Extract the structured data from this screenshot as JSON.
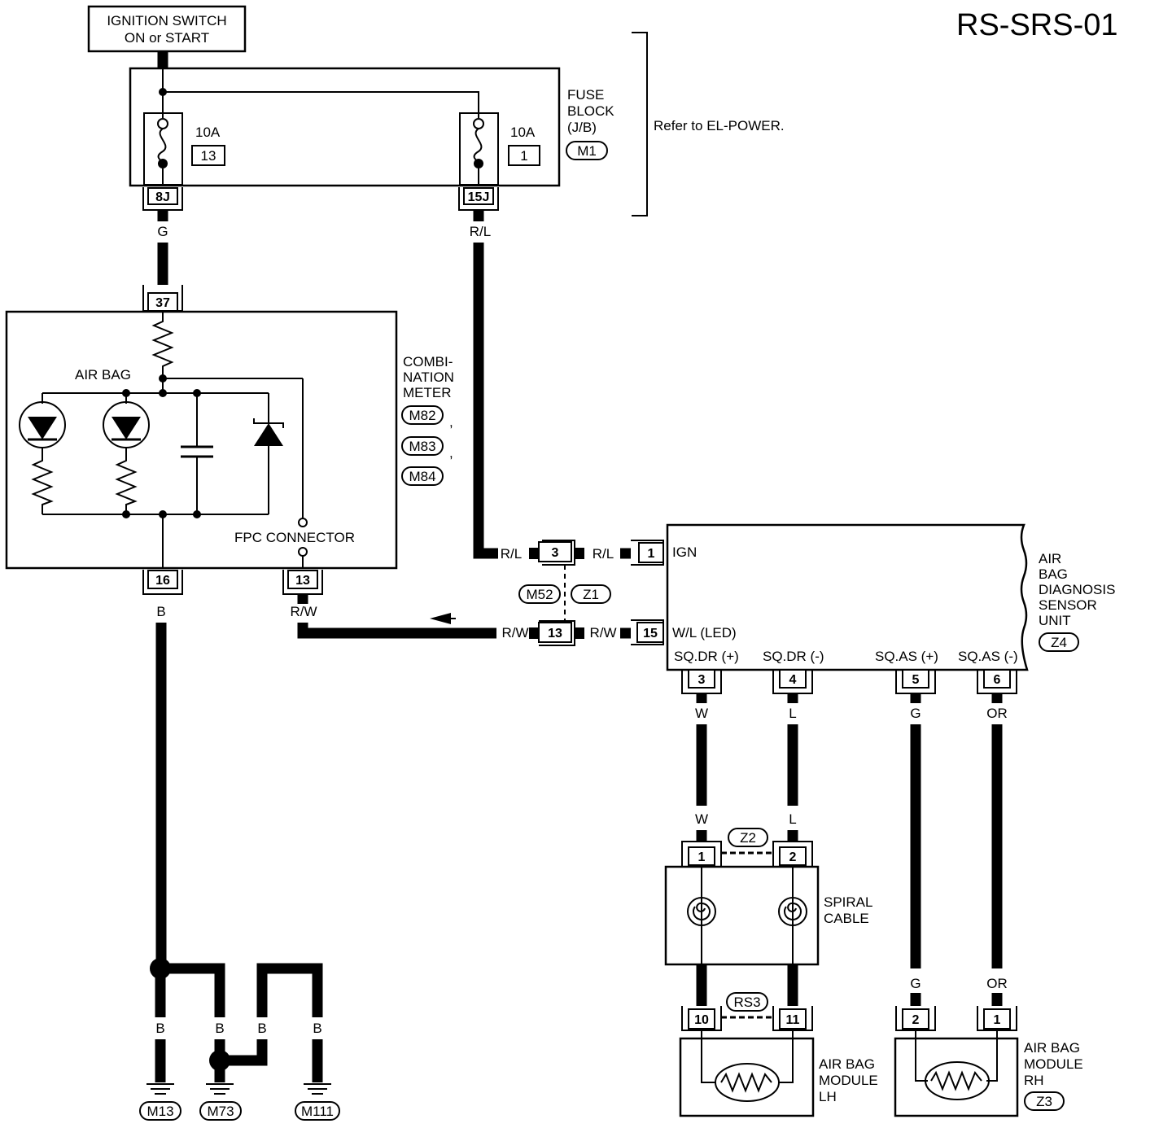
{
  "diagram_id": "RS-SRS-01",
  "ignition": {
    "line1": "IGNITION SWITCH",
    "line2": "ON or START"
  },
  "fuse_block": {
    "name": [
      "FUSE",
      "BLOCK",
      "(J/B)"
    ],
    "connector": "M1",
    "note": "Refer to EL-POWER.",
    "fuses": [
      {
        "amps": "10A",
        "number": "13",
        "terminal": "8J",
        "wire": "G"
      },
      {
        "amps": "10A",
        "number": "1",
        "terminal": "15J",
        "wire": "R/L"
      }
    ]
  },
  "combination_meter": {
    "name": [
      "COMBI-",
      "NATION",
      "METER"
    ],
    "connectors": [
      "M82",
      "M83",
      "M84"
    ],
    "lamp": "AIR BAG",
    "fpc": "FPC CONNECTOR",
    "terminals": {
      "power": "37",
      "ground": "16",
      "fpc": "13"
    },
    "wires": {
      "ground": "B",
      "fpc": "R/W"
    }
  },
  "joint_connector": {
    "codes": [
      "M52",
      "Z1"
    ],
    "pins": [
      "3",
      "13"
    ],
    "wires": [
      "R/L",
      "R/L",
      "R/W",
      "R/W"
    ]
  },
  "sensor_unit": {
    "name": [
      "AIR",
      "BAG",
      "DIAGNOSIS",
      "SENSOR",
      "UNIT"
    ],
    "connector": "Z4",
    "inputs": [
      {
        "pin": "1",
        "label": "IGN"
      },
      {
        "pin": "15",
        "label": "W/L (LED)"
      }
    ],
    "outputs": [
      {
        "pin": "3",
        "label": "SQ.DR (+)",
        "wire": "W"
      },
      {
        "pin": "4",
        "label": "SQ.DR (-)",
        "wire": "L"
      },
      {
        "pin": "5",
        "label": "SQ.AS (+)",
        "wire": "G"
      },
      {
        "pin": "6",
        "label": "SQ.AS (-)",
        "wire": "OR"
      }
    ]
  },
  "spiral_cable": {
    "name": [
      "SPIRAL",
      "CABLE"
    ],
    "connector_top": "Z2",
    "connector_bottom": "RS3",
    "pins_top": [
      "1",
      "2"
    ],
    "wires_top": [
      "W",
      "L"
    ],
    "pins_bottom": [
      "10",
      "11"
    ]
  },
  "airbag_lh": {
    "name": [
      "AIR BAG",
      "MODULE",
      "LH"
    ]
  },
  "airbag_rh": {
    "name": [
      "AIR BAG",
      "MODULE",
      "RH"
    ],
    "connector": "Z3",
    "pins": [
      "2",
      "1"
    ],
    "wires": [
      "G",
      "OR"
    ]
  },
  "grounds": {
    "wire": "B",
    "labels": [
      "M13",
      "M73",
      "M111"
    ]
  }
}
